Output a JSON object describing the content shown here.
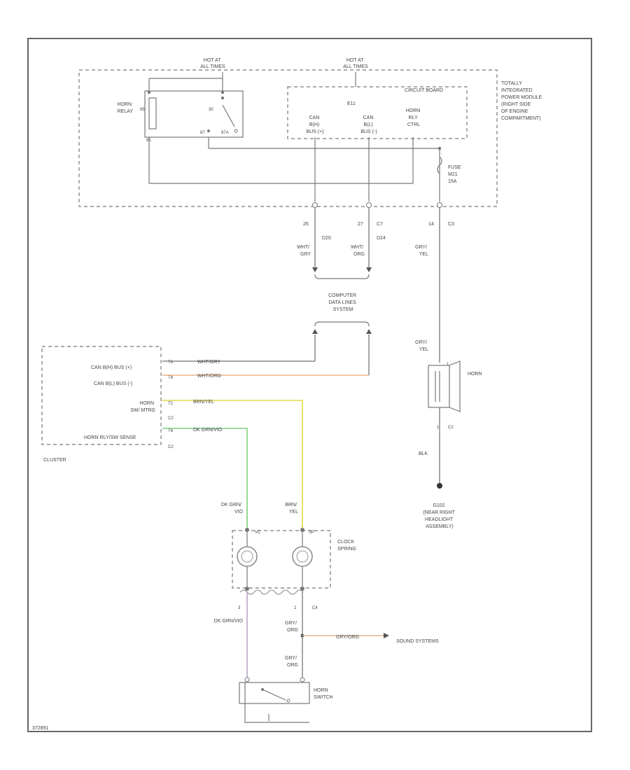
{
  "colors": {
    "frame": "#666666",
    "wire": "#888888",
    "wire_orange": "#e8b48a",
    "wire_yellow": "#e6d84a",
    "wire_green": "#7fd07f",
    "wire_violet": "#b9a6c8"
  },
  "module": {
    "hot_left": [
      "HOT AT",
      "ALL TIMES"
    ],
    "hot_right": [
      "HOT AT",
      "ALL TIMES"
    ],
    "label": [
      "TOTALLY",
      "INTEGRATED",
      "POWER MODULE",
      "(RIGHT SIDE",
      "OF ENGINE",
      "COMPARTMENT)"
    ],
    "horn_relay": [
      "HORN",
      "RELAY"
    ],
    "relay_pin_left": "85",
    "relay_pin_right": "30",
    "relay_pin_coil_bottom": "86",
    "relay_pin_87": "87",
    "relay_pin_87a": "87A",
    "circuit_board": "CIRCUIT BOARD",
    "ecu": "E11",
    "can_h_label": [
      "CAN",
      "B(H)",
      "BUS (+)"
    ],
    "can_l_label": [
      "CAN",
      "B(L)",
      "BUS (-)"
    ],
    "horn_rly_label": [
      "HORN",
      "RLY",
      "CTRL"
    ],
    "fuse": [
      "FUSE",
      "M21",
      "15A"
    ]
  },
  "connectors": {
    "pin_26": "26",
    "pin_27": "27",
    "c7": "C7",
    "pin_14": "14",
    "c3": "C3",
    "d2_left": "D20",
    "d2_right": "D24"
  },
  "wires": {
    "wht_gry": [
      "WHT/",
      "GRY"
    ],
    "wht_org": [
      "WHT/",
      "ORG"
    ],
    "gry_yel": [
      "GRY/",
      "YEL"
    ],
    "gry_yel_2": [
      "GRY/",
      "YEL"
    ],
    "blk": "BLK",
    "bus_wht_gry": "WHT/GRY",
    "bus_wht_org": "WHT/ORG",
    "brn_yel_h": "BRN/YEL",
    "dkgrn_vio_h": "DK GRN/VIO",
    "dkgrn_vio_left": [
      "DK GRN/",
      "VIO"
    ],
    "brn_yel_right": [
      "BRN/",
      "YEL"
    ],
    "dkgrn_vio_lower": "DK GRN/VIO",
    "gry_org_a": [
      "GRY/",
      "ORG"
    ],
    "gry_org_b": [
      "GRY/",
      "ORG"
    ],
    "gry_org_h": "GRY/ORG"
  },
  "data_lines": [
    "COMPUTER",
    "DATA LINES",
    "SYSTEM"
  ],
  "cluster": {
    "label": "CLUSTER",
    "can_h": "CAN B(H) BUS (+)",
    "can_l": "CAN B(L) BUS (-)",
    "horn_sw_sense": [
      "HORN",
      "SW/ MTRG"
    ],
    "horn_relay_sense": "HORN RLY/SW SENSE",
    "pin_t8a": "T8",
    "pin_t8b": "T8",
    "pin_t2": "T2",
    "pin_t6": "T6",
    "c2a": "C2",
    "c2b": "C2"
  },
  "horn": {
    "label": "HORN",
    "pin_top": "1",
    "pin_bottom": "1",
    "c2": "C2",
    "ground": [
      "G102",
      "(NEAR RIGHT",
      "HEADLIGHT",
      "ASSEMBLY)"
    ]
  },
  "clock_spring": {
    "label": [
      "CLOCK",
      "SPRING"
    ],
    "pin_vc": "VC",
    "pin_sp": "SP",
    "pin_3": "3",
    "pin_2": "2",
    "c4": "C4"
  },
  "sound": "SOUND SYSTEMS",
  "horn_switch": [
    "HORN",
    "SWITCH"
  ],
  "diagram_id": "372891"
}
